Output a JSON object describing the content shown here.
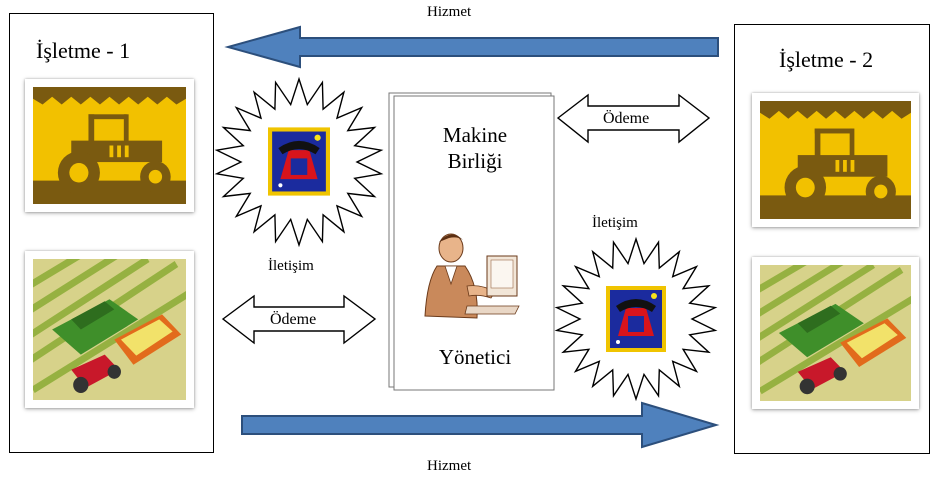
{
  "farm_left": {
    "title": "İşletme - 1"
  },
  "farm_right": {
    "title": "İşletme - 2"
  },
  "center_box": {
    "title_line1": "Makine",
    "title_line2": "Birliği",
    "role": "Yönetici"
  },
  "arrows": {
    "service_top": "Hizmet",
    "service_bottom": "Hizmet",
    "payment_left": "Ödeme",
    "payment_right": "Ödeme"
  },
  "communication": {
    "left_label": "İletişim",
    "right_label": "İletişim"
  },
  "colors": {
    "service_arrow_fill": "#4f81bd",
    "service_arrow_stroke": "#2c4f7c",
    "tractor_bg": "#f2c100",
    "tractor_dark": "#7a5a10",
    "phone_stamp_blue": "#1b2b9e",
    "phone_stamp_red": "#d8141c"
  },
  "icons": [
    "tractor-icon",
    "harvester-icon",
    "telephone-stamp-icon",
    "manager-at-computer-icon"
  ]
}
